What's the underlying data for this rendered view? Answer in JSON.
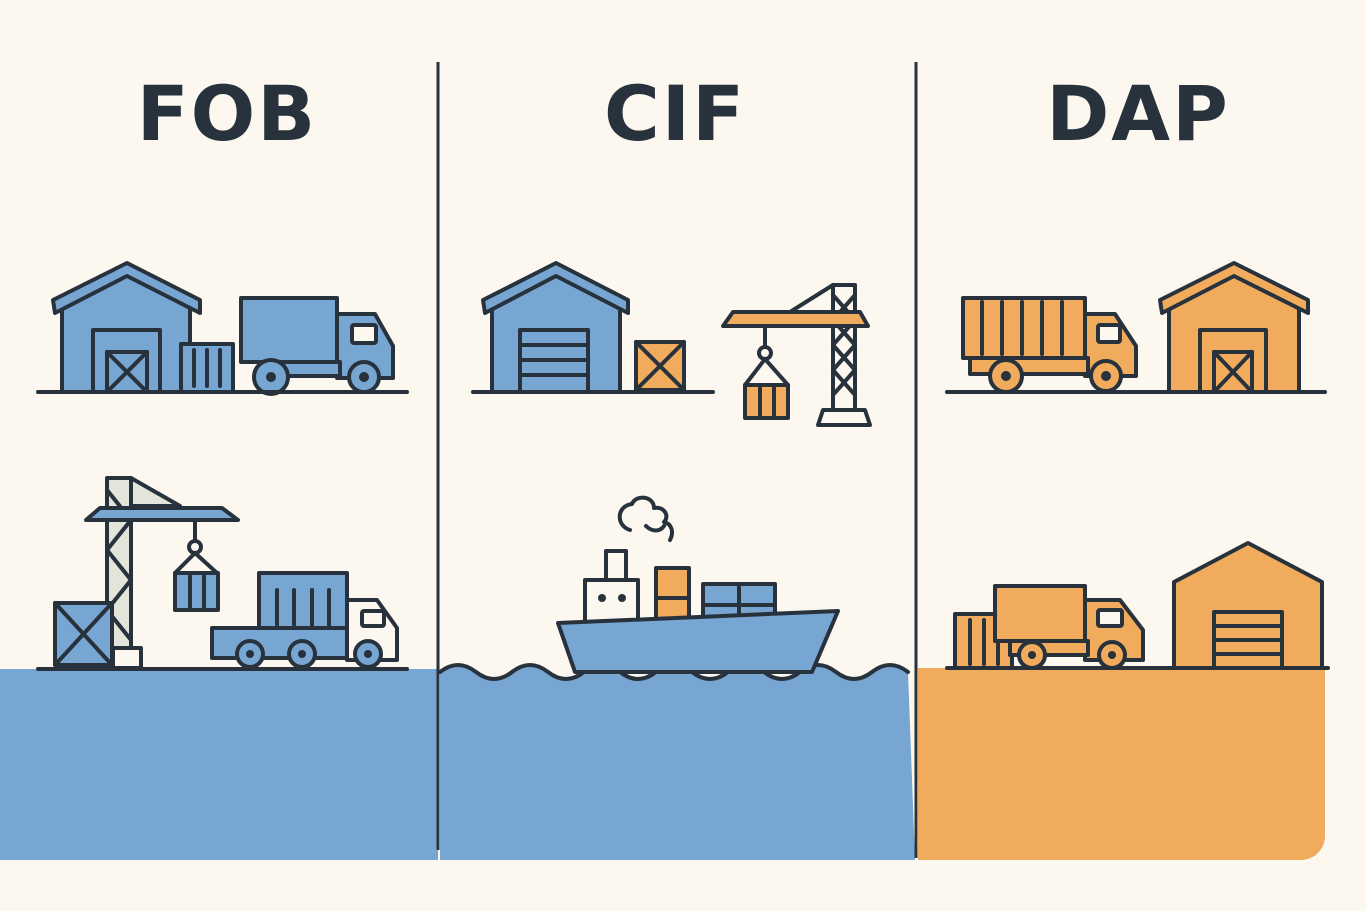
{
  "panels": [
    {
      "title": "FOB",
      "theme_color": "#78a6d2"
    },
    {
      "title": "CIF",
      "theme_color": "#78a6d2"
    },
    {
      "title": "DAP",
      "theme_color": "#f0ac5c"
    }
  ],
  "colors": {
    "background": "#fcf8ef",
    "outline": "#27323d",
    "blue": "#78a6d2",
    "orange": "#f0ac5c"
  }
}
